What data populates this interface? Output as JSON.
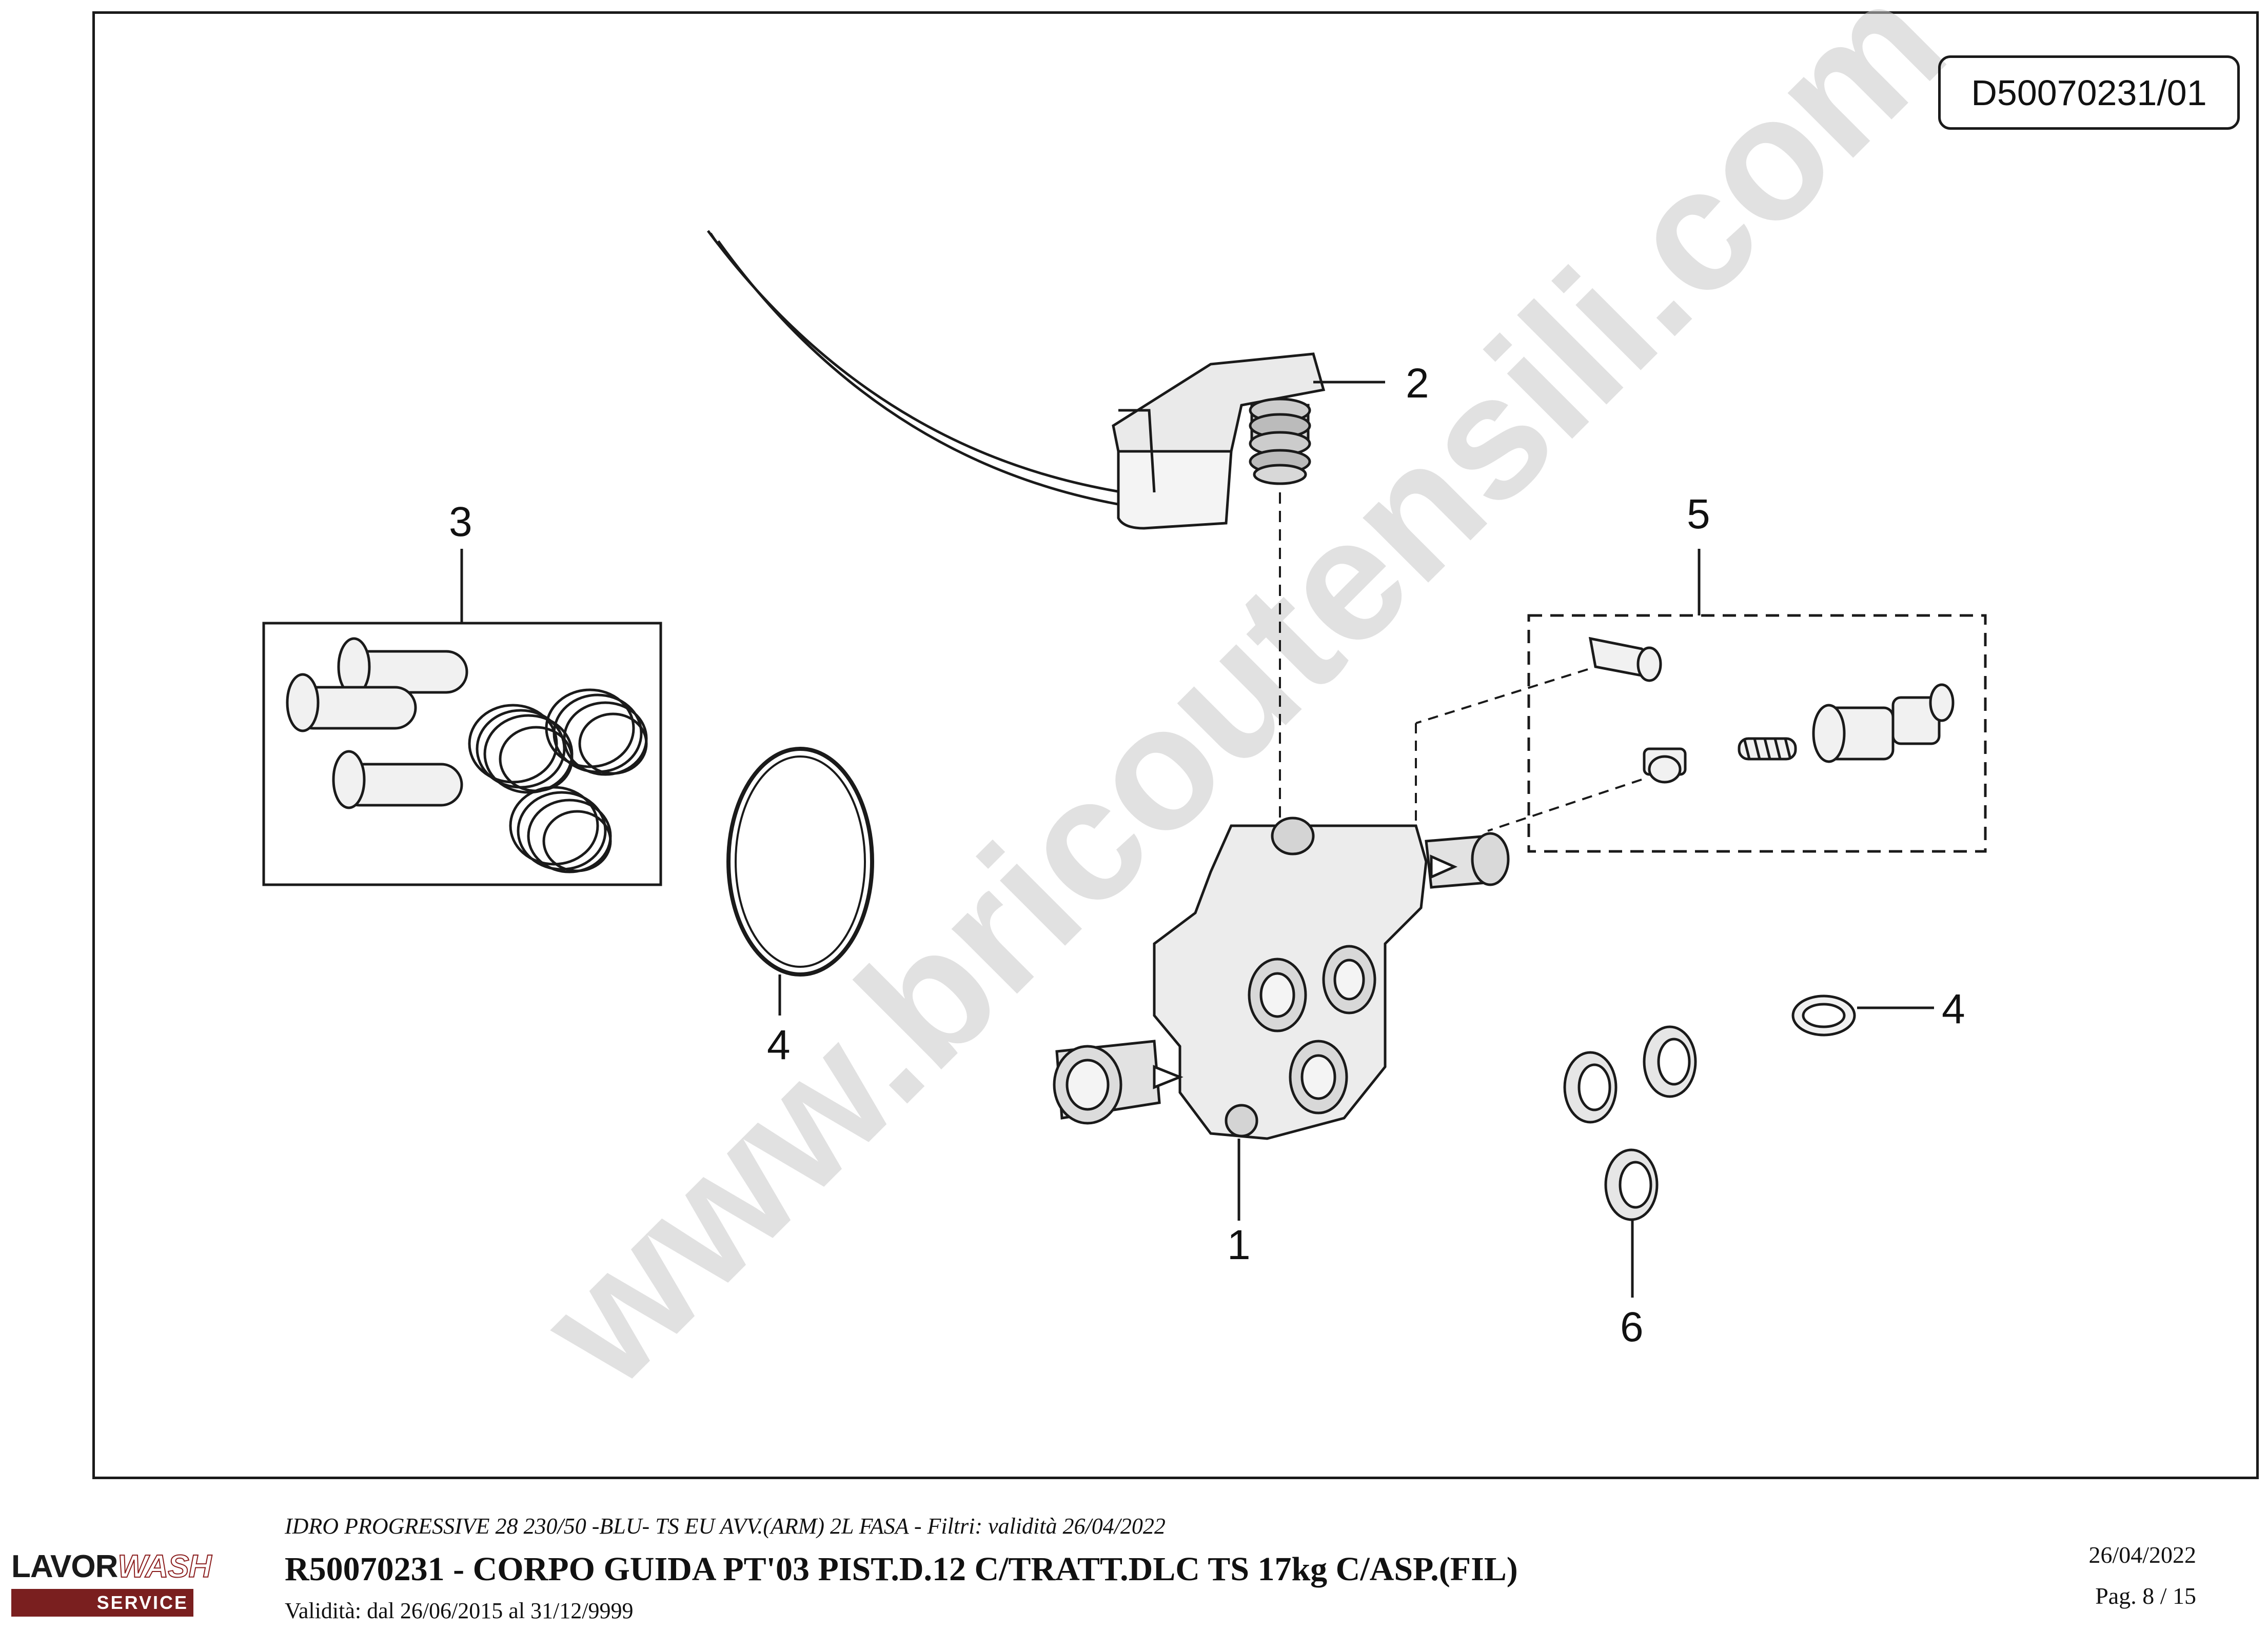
{
  "drawing": {
    "code": "D50070231/01",
    "watermark": "www.bricoutensili.com",
    "callouts": {
      "c1": "1",
      "c2": "2",
      "c3": "3",
      "c4a": "4",
      "c4b": "4",
      "c5": "5",
      "c6": "6"
    }
  },
  "footer": {
    "logo_part1": "LAVOR",
    "logo_part2": "WASH",
    "logo_service": "SERVICE",
    "model_line": "IDRO PROGRESSIVE 28 230/50 -BLU- TS EU AVV.(ARM) 2L FASA - Filtri: validità 26/04/2022",
    "title": "R50070231 - CORPO GUIDA PT'03 PIST.D.12 C/TRATT.DLC TS 17kg C/ASP.(FIL)",
    "validity": "Validità: dal 26/06/2015 al 31/12/9999",
    "date": "26/04/2022",
    "page": "Pag. 8 / 15"
  }
}
